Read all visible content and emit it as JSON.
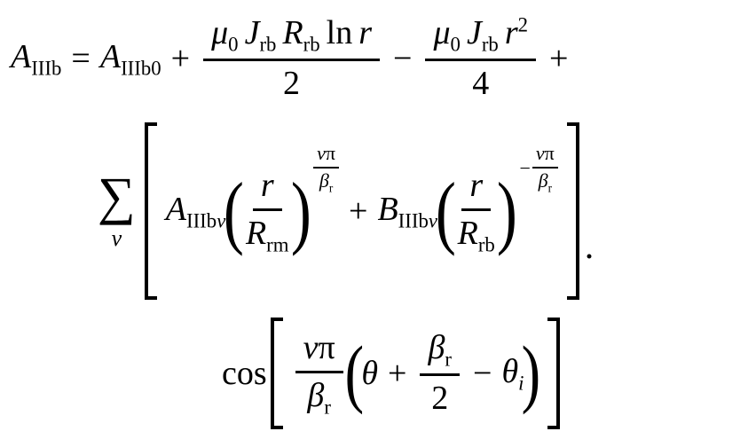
{
  "equation": {
    "symbols": {
      "lparen": "(",
      "rparen": ")"
    },
    "line1": {
      "lhs": {
        "base": "A",
        "sub": "IIIb"
      },
      "equals": "=",
      "t1": {
        "base": "A",
        "sub": "IIIb0"
      },
      "op1": "+",
      "frac1": {
        "mu": "μ",
        "mu_sub": "0",
        "J": "J",
        "J_sub": "rb",
        "R": "R",
        "R_sub": "rb",
        "ln": "ln",
        "r": "r",
        "den": "2"
      },
      "op2": "−",
      "frac2": {
        "mu": "μ",
        "mu_sub": "0",
        "J": "J",
        "J_sub": "rb",
        "r": "r",
        "r_exp": "2",
        "den": "4"
      },
      "op3": "+"
    },
    "line2": {
      "sum": {
        "sigma": "∑",
        "index": "v"
      },
      "termA": {
        "base": "A",
        "sub_roman": "IIIb",
        "sub_italic": "v"
      },
      "ratio1": {
        "num": "r",
        "den_base": "R",
        "den_sub": "rm"
      },
      "exp1": {
        "num_a": "v",
        "num_b": "π",
        "den_base": "β",
        "den_sub": "r"
      },
      "op1": "+",
      "termB": {
        "base": "B",
        "sub_roman": "IIIb",
        "sub_italic": "v"
      },
      "ratio2": {
        "num": "r",
        "den_base": "R",
        "den_sub": "rb"
      },
      "exp2": {
        "sign": "−",
        "num_a": "v",
        "num_b": "π",
        "den_base": "β",
        "den_sub": "r"
      },
      "enddot": "."
    },
    "line3": {
      "func": "cos",
      "frac1": {
        "num_a": "v",
        "num_b": "π",
        "den_base": "β",
        "den_sub": "r"
      },
      "theta": "θ",
      "op1": "+",
      "frac2": {
        "num_base": "β",
        "num_sub": "r",
        "den": "2"
      },
      "op2": "−",
      "theta_i": {
        "base": "θ",
        "sub": "i"
      }
    }
  }
}
